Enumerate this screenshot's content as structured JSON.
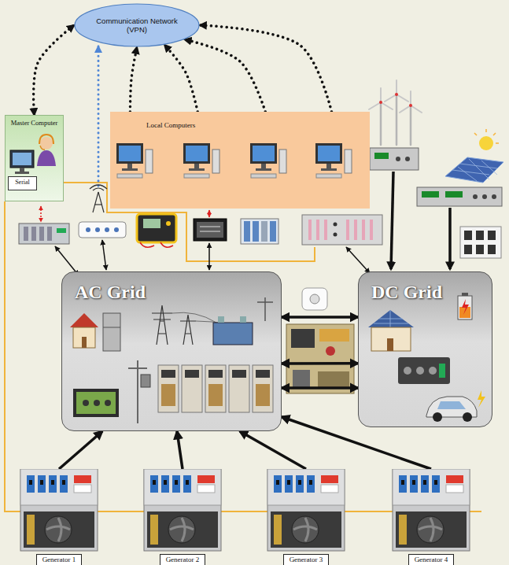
{
  "diagram": {
    "nodes": [
      {
        "text": [
          "Communication Network (VPN)"
        ]
      },
      {
        "text": [
          "Master Computer"
        ]
      },
      {
        "text": [
          "Serial"
        ],
        "in": 1
      },
      {
        "text": [
          "Local Computers"
        ]
      },
      {
        "text": [
          "AC Grid"
        ]
      },
      {
        "text": [
          "DC Grid"
        ]
      },
      {
        "text": [
          "Generator 1"
        ]
      },
      {
        "text": [
          "Generator 2"
        ]
      },
      {
        "text": [
          "Generator 3"
        ]
      },
      {
        "text": [
          "Generator 4"
        ]
      }
    ],
    "edges": [
      {
        "from": 1,
        "to": 0,
        "arrow": "both"
      },
      {
        "from": 3,
        "to": 0,
        "arrow": "to"
      },
      {
        "from": 3,
        "to": 0,
        "arrow": "to"
      },
      {
        "from": 3,
        "to": 0,
        "arrow": "to"
      },
      {
        "from": 3,
        "to": 0,
        "arrow": "to"
      },
      {
        "from": 4,
        "to": 5,
        "arrow": "both"
      },
      {
        "from": 4,
        "to": 5,
        "arrow": "both"
      },
      {
        "from": 4,
        "to": 5,
        "arrow": "both"
      },
      {
        "from": 6,
        "to": 4,
        "arrow": "to"
      },
      {
        "from": 7,
        "to": 4,
        "arrow": "to"
      },
      {
        "from": 8,
        "to": 4,
        "arrow": "to"
      },
      {
        "from": 9,
        "to": 4,
        "arrow": "to"
      }
    ]
  }
}
